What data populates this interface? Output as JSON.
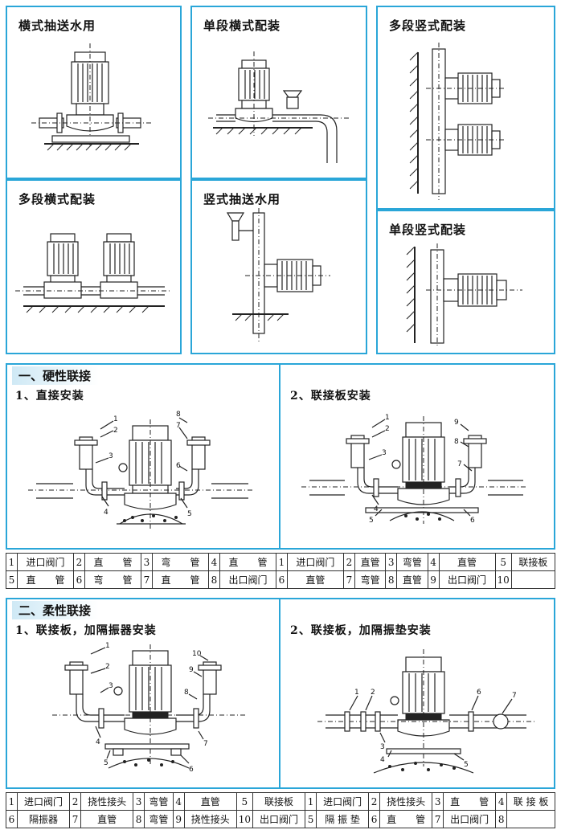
{
  "panels": {
    "horizontal_single": "横式抽送水用",
    "single_horizontal": "单段横式配装",
    "multi_vertical": "多段竖式配装",
    "multi_horizontal": "多段横式配装",
    "vertical_single": "竖式抽送水用",
    "single_vertical": "单段竖式配装"
  },
  "section1": {
    "heading": "一、硬性联接",
    "sub1": "1、直接安装",
    "sub2": "2、联接板安装",
    "legend": [
      [
        {
          "n": "1",
          "t": "进口阀门"
        },
        {
          "n": "2",
          "t": "直　　管"
        },
        {
          "n": "3",
          "t": "弯　　管"
        },
        {
          "n": "4",
          "t": "直　　管"
        },
        {
          "n": "1",
          "t": "进口阀门"
        },
        {
          "n": "2",
          "t": "直管"
        },
        {
          "n": "3",
          "t": "弯管"
        },
        {
          "n": "4",
          "t": "直管"
        },
        {
          "n": "5",
          "t": "联接板"
        }
      ],
      [
        {
          "n": "5",
          "t": "直　　管"
        },
        {
          "n": "6",
          "t": "弯　　管"
        },
        {
          "n": "7",
          "t": "直　　管"
        },
        {
          "n": "8",
          "t": "出口阀门"
        },
        {
          "n": "6",
          "t": "直管"
        },
        {
          "n": "7",
          "t": "弯管"
        },
        {
          "n": "8",
          "t": "直管"
        },
        {
          "n": "9",
          "t": "出口阀门"
        },
        {
          "n": "10",
          "t": ""
        }
      ]
    ]
  },
  "section2": {
    "heading": "二、柔性联接",
    "sub1": "1、联接板，加隔振器安装",
    "sub2": "2、联接板，加隔振垫安装",
    "legend": [
      [
        {
          "n": "1",
          "t": "进口阀门"
        },
        {
          "n": "2",
          "t": "挠性接头"
        },
        {
          "n": "3",
          "t": "弯管"
        },
        {
          "n": "4",
          "t": "直管"
        },
        {
          "n": "5",
          "t": "联接板"
        },
        {
          "n": "1",
          "t": "进口阀门"
        },
        {
          "n": "2",
          "t": "挠性接头"
        },
        {
          "n": "3",
          "t": "直　　管"
        },
        {
          "n": "4",
          "t": "联 接 板"
        }
      ],
      [
        {
          "n": "6",
          "t": "隔振器"
        },
        {
          "n": "7",
          "t": "直管"
        },
        {
          "n": "8",
          "t": "弯管"
        },
        {
          "n": "9",
          "t": "挠性接头"
        },
        {
          "n": "10",
          "t": "出口阀门"
        },
        {
          "n": "5",
          "t": "隔 振 垫"
        },
        {
          "n": "6",
          "t": "直　　管"
        },
        {
          "n": "7",
          "t": "出口阀门"
        },
        {
          "n": "8",
          "t": ""
        }
      ]
    ]
  },
  "callouts": {
    "d1": [
      "1",
      "2",
      "3",
      "4",
      "5",
      "6",
      "7",
      "8"
    ],
    "d2": [
      "1",
      "2",
      "3",
      "4",
      "5",
      "6",
      "7",
      "8",
      "9"
    ],
    "d3": [
      "1",
      "2",
      "3",
      "4",
      "5",
      "6",
      "7",
      "8",
      "9",
      "10"
    ],
    "d4": [
      "1",
      "2",
      "3",
      "4",
      "5",
      "6",
      "7"
    ]
  }
}
